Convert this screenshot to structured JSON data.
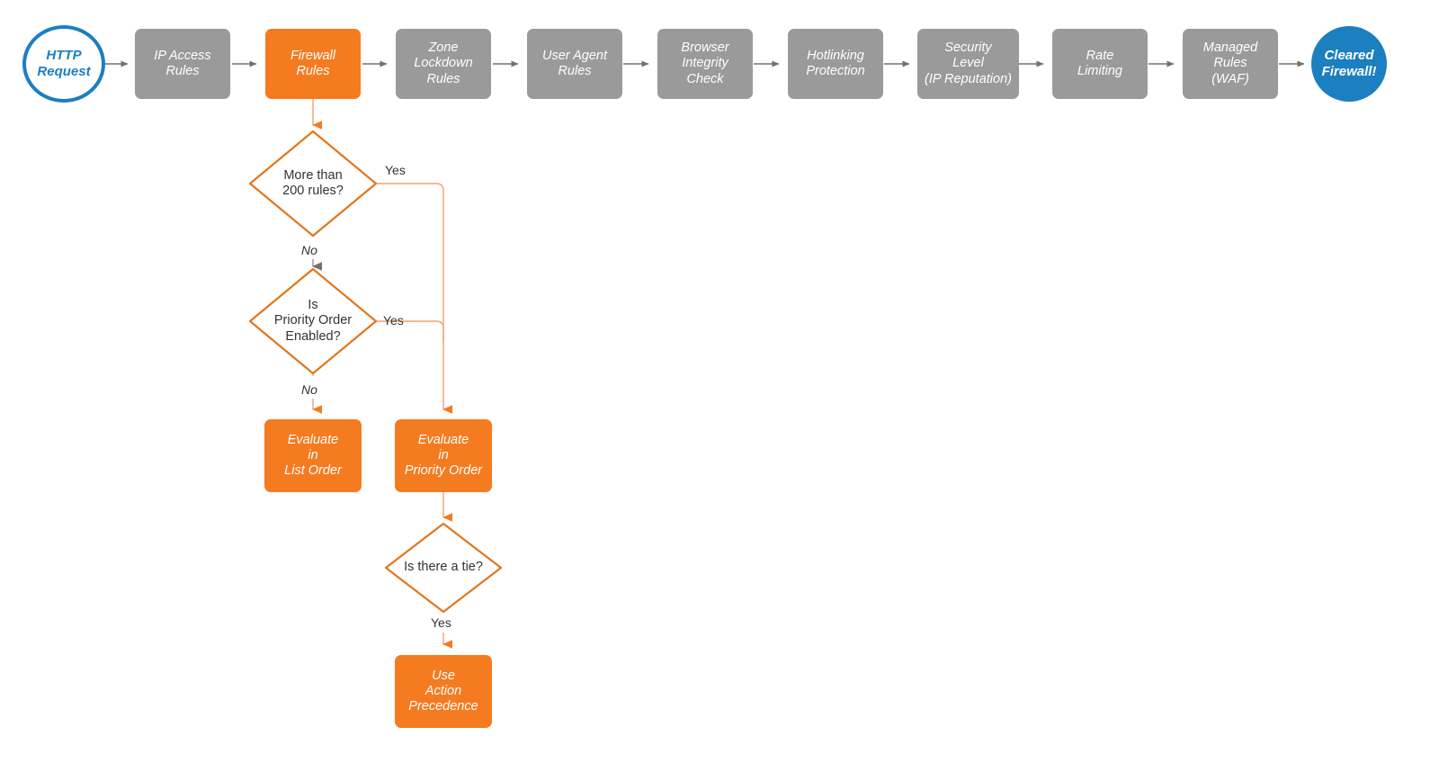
{
  "diagram": {
    "title": "Cloudflare firewall request evaluation order flowchart",
    "colors": {
      "orange": "#F47B20",
      "orange_line": "#F7A06A",
      "gray": "#9a9a9a",
      "gray_line": "#808080",
      "blue": "#1B7FC0",
      "text_dark": "#333333"
    },
    "pipeline": [
      {
        "id": "http-request",
        "label": "HTTP\nRequest",
        "shape": "circle",
        "style": "start"
      },
      {
        "id": "ip-access-rules",
        "label": "IP Access\nRules",
        "shape": "rounded-rect",
        "style": "gray"
      },
      {
        "id": "firewall-rules",
        "label": "Firewall\nRules",
        "shape": "rounded-rect",
        "style": "orange"
      },
      {
        "id": "zone-lockdown-rules",
        "label": "Zone\nLockdown\nRules",
        "shape": "rounded-rect",
        "style": "gray"
      },
      {
        "id": "user-agent-rules",
        "label": "User Agent\nRules",
        "shape": "rounded-rect",
        "style": "gray"
      },
      {
        "id": "browser-integrity-check",
        "label": "Browser\nIntegrity\nCheck",
        "shape": "rounded-rect",
        "style": "gray"
      },
      {
        "id": "hotlinking-protection",
        "label": "Hotlinking\nProtection",
        "shape": "rounded-rect",
        "style": "gray"
      },
      {
        "id": "security-level",
        "label": "Security\nLevel\n(IP Reputation)",
        "shape": "rounded-rect",
        "style": "gray"
      },
      {
        "id": "rate-limiting",
        "label": "Rate\nLimiting",
        "shape": "rounded-rect",
        "style": "gray"
      },
      {
        "id": "managed-rules-waf",
        "label": "Managed\nRules\n(WAF)",
        "shape": "rounded-rect",
        "style": "gray"
      },
      {
        "id": "cleared-firewall",
        "label": "Cleared\nFirewall!",
        "shape": "circle",
        "style": "end"
      }
    ],
    "decisions": [
      {
        "id": "more-than-200-rules",
        "label": "More than\n200 rules?"
      },
      {
        "id": "is-priority-order-enabled",
        "label": "Is\nPriority Order\nEnabled?"
      },
      {
        "id": "is-there-a-tie",
        "label": "Is there a tie?"
      }
    ],
    "outcomes": [
      {
        "id": "evaluate-in-list-order",
        "label": "Evaluate\nin\nList Order"
      },
      {
        "id": "evaluate-in-priority-order",
        "label": "Evaluate\nin\nPriority Order"
      },
      {
        "id": "use-action-precedence",
        "label": "Use\nAction\nPrecedence"
      }
    ],
    "edge_labels": {
      "yes_200_rules": "Yes",
      "no_200_rules": "No",
      "yes_priority_order": "Yes",
      "no_priority_order": "No",
      "yes_tie": "Yes"
    }
  }
}
